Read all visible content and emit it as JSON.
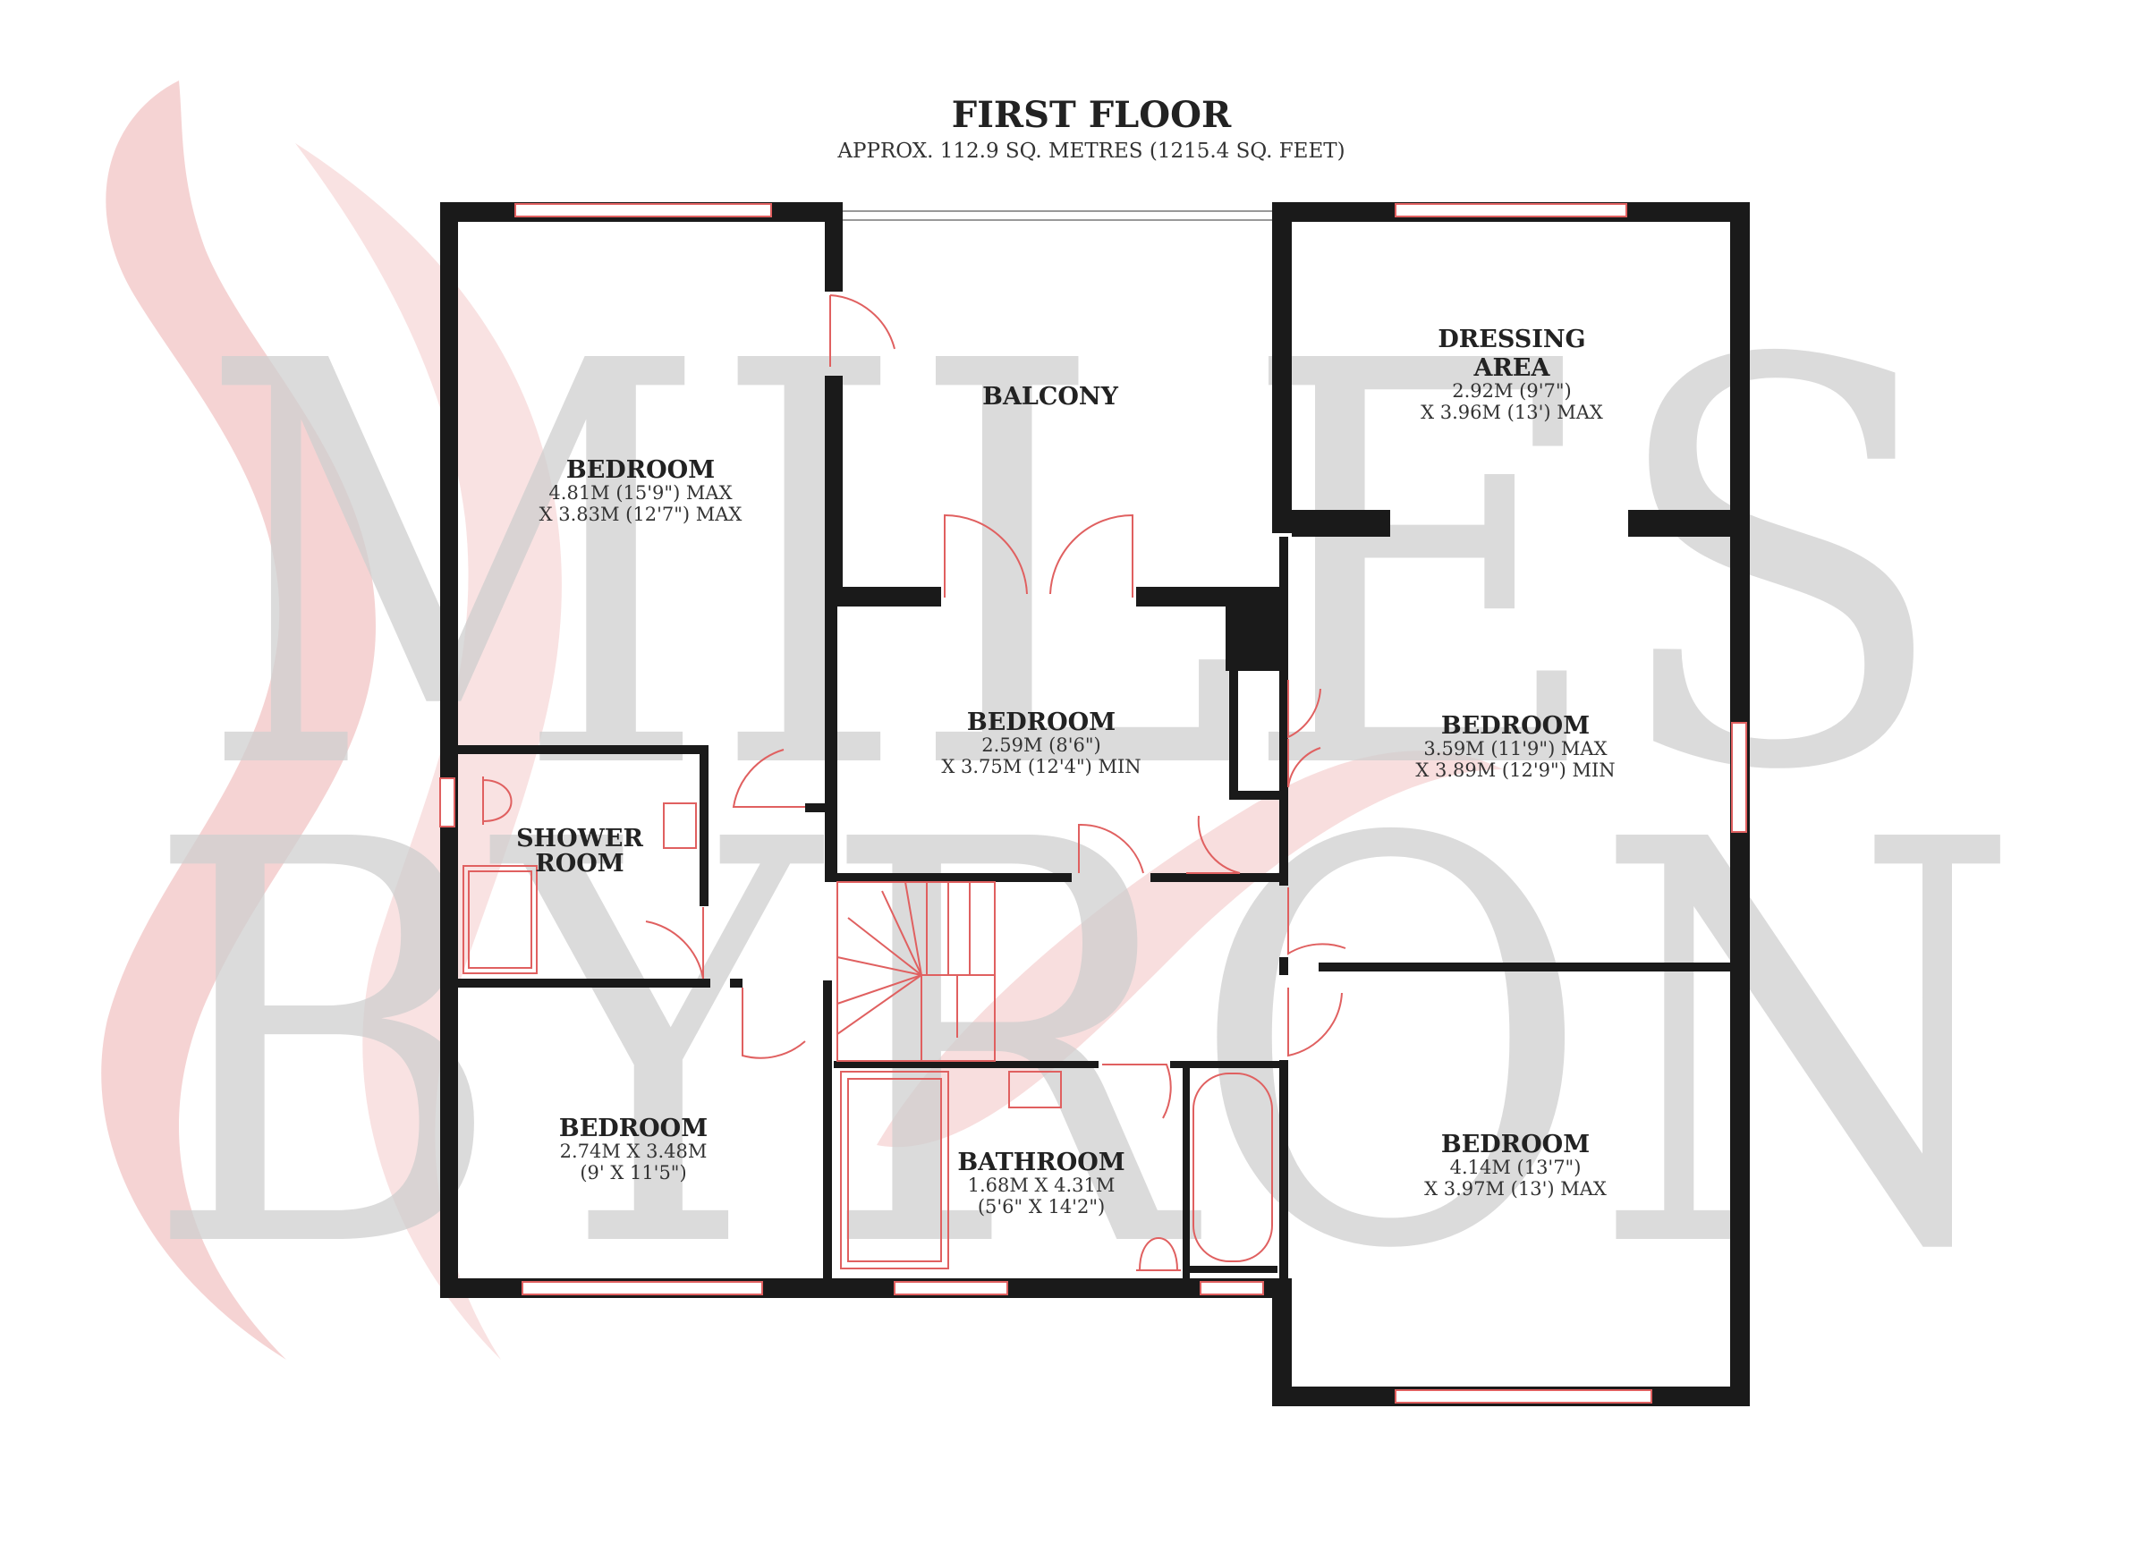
{
  "header": {
    "title": "FIRST FLOOR",
    "subtitle": "APPROX. 112.9 SQ. METRES (1215.4 SQ. FEET)"
  },
  "watermark": {
    "line1": "MILES",
    "line2": "BYRON"
  },
  "rooms": {
    "bedroom_nw": {
      "name": "BEDROOM",
      "dim1": "4.81M (15'9\") MAX",
      "dim2": "X 3.83M (12'7\") MAX"
    },
    "balcony": {
      "name": "BALCONY"
    },
    "dressing": {
      "name1": "DRESSING",
      "name2": "AREA",
      "dim1": "2.92M (9'7\")",
      "dim2": "X 3.96M (13') MAX"
    },
    "bedroom_centre": {
      "name": "BEDROOM",
      "dim1": "2.59M (8'6\")",
      "dim2": "X 3.75M (12'4\") MIN"
    },
    "bedroom_east": {
      "name": "BEDROOM",
      "dim1": "3.59M (11'9\") MAX",
      "dim2": "X 3.89M (12'9\") MIN"
    },
    "shower": {
      "name1": "SHOWER",
      "name2": "ROOM"
    },
    "bedroom_sw": {
      "name": "BEDROOM",
      "dim1": "2.74M X 3.48M",
      "dim2": "(9' X 11'5\")"
    },
    "bathroom": {
      "name": "BATHROOM",
      "dim1": "1.68M X 4.31M",
      "dim2": "(5'6\" X 14'2\")"
    },
    "bedroom_se": {
      "name": "BEDROOM",
      "dim1": "4.14M (13'7\")",
      "dim2": "X 3.97M (13') MAX"
    }
  },
  "colors": {
    "wall": "#1a1a1a",
    "fixture_line": "#e06060",
    "watermark_red": "#f3c8c8",
    "watermark_grey": "#cfcfcf"
  }
}
